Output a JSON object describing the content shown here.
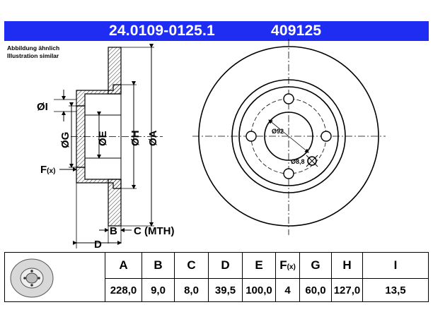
{
  "header": {
    "part_number": "24.0109-0125.1",
    "ref_number": "409125"
  },
  "note": {
    "line1": "Abbildung ähnlich",
    "line2": "Illustration similar"
  },
  "labels": {
    "I": "ØI",
    "G": "ØG",
    "E": "ØE",
    "H": "ØH",
    "A": "ØA",
    "F": "F",
    "F_sub": "(x)",
    "B": "B",
    "C": "C (MTH)",
    "D": "D",
    "pcd": "Ø92",
    "hole": "Ø8,8"
  },
  "table": {
    "headers": [
      "A",
      "B",
      "C",
      "D",
      "E",
      "F",
      "G",
      "H",
      "I"
    ],
    "f_suffix": "(x)",
    "values": [
      "228,0",
      "9,0",
      "8,0",
      "39,5",
      "100,0",
      "4",
      "60,0",
      "127,0",
      "13,5"
    ]
  }
}
